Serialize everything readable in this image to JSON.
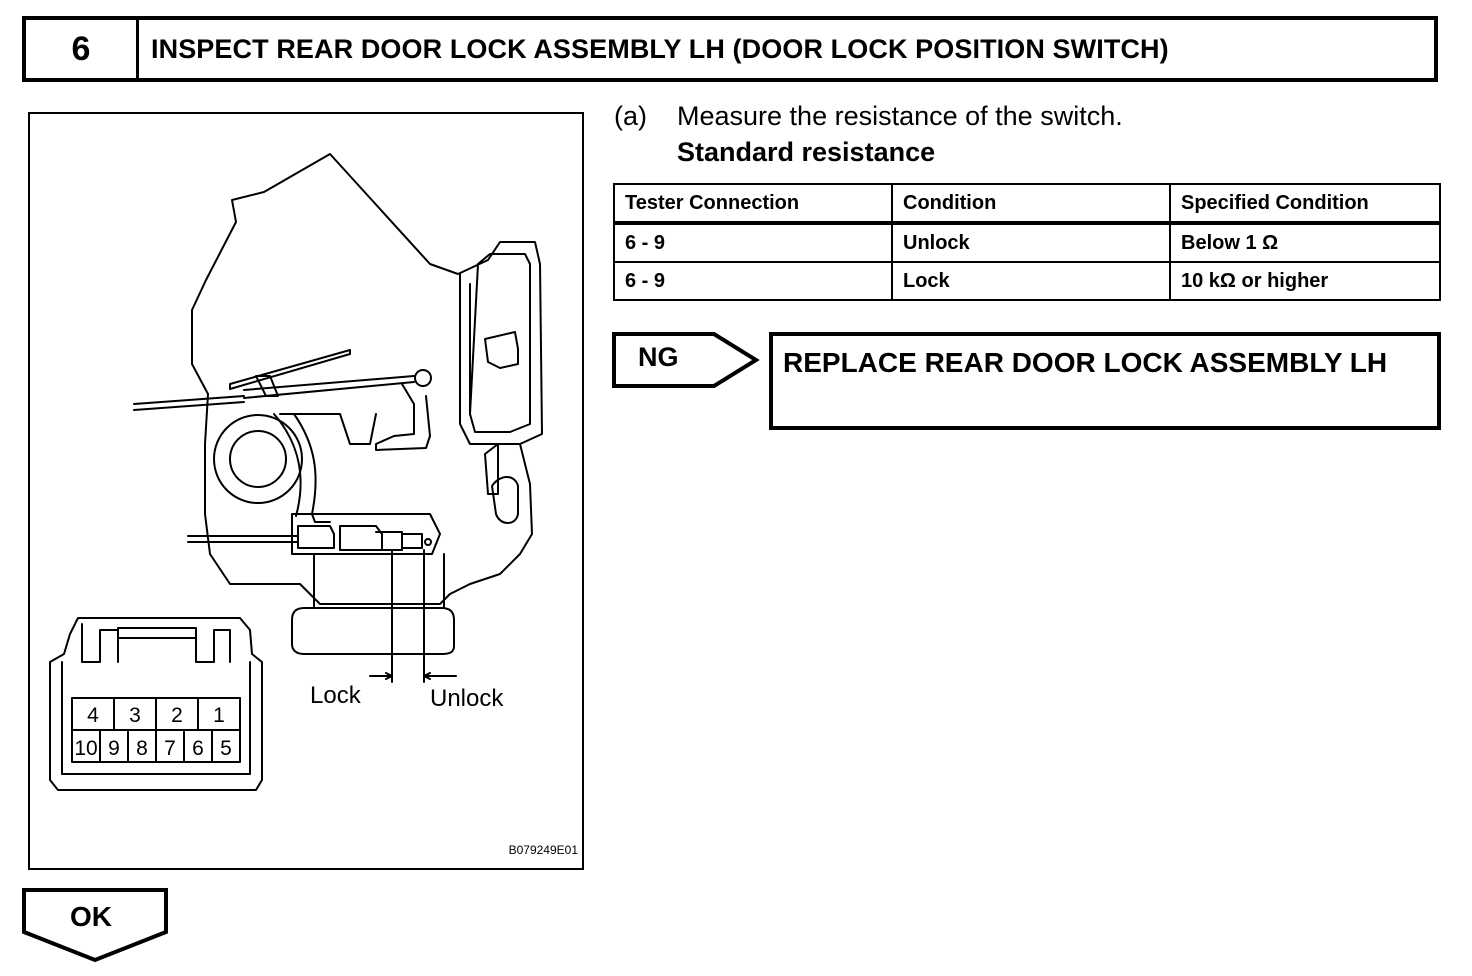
{
  "step": {
    "number": "6",
    "title": "INSPECT REAR DOOR LOCK ASSEMBLY LH (DOOR LOCK POSITION SWITCH)"
  },
  "figure": {
    "label_lock": "Lock",
    "label_unlock": "Unlock",
    "code": "B079249E01",
    "pins_top": [
      "4",
      "3",
      "2",
      "1"
    ],
    "pins_bottom": [
      "10",
      "9",
      "8",
      "7",
      "6",
      "5"
    ]
  },
  "instruction": {
    "label": "(a)",
    "text": "Measure the resistance of the switch.",
    "subheading": "Standard resistance"
  },
  "table": {
    "headers": [
      "Tester Connection",
      "Condition",
      "Specified Condition"
    ],
    "rows": [
      [
        "6 - 9",
        "Unlock",
        "Below 1 Ω"
      ],
      [
        "6 - 9",
        "Lock",
        "10 kΩ or higher"
      ]
    ]
  },
  "ng": {
    "label": "NG",
    "action": "REPLACE REAR DOOR LOCK ASSEMBLY LH"
  },
  "ok": {
    "label": "OK"
  }
}
